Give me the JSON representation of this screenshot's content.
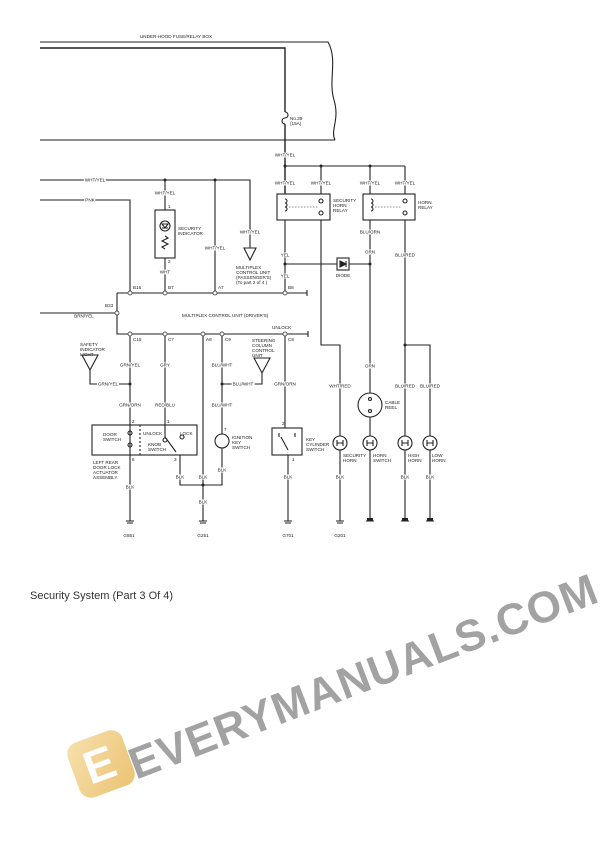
{
  "components": {
    "fuse_box": "UNDER-HOOD FUSE/RELAY BOX",
    "fuse": "No.39\n(15A)",
    "security_indicator": "SECURITY\nINDICATOR",
    "mcu_passenger": "MULTIPLEX\nCONTROL UNIT\n(PASSENGER'S)\n(To part 2 of 4 )",
    "security_horn_relay": "SECURITY\nHORN\nRELAY",
    "horn_relay": "HORN\nRELAY",
    "diode": "DIODE",
    "mcu_driver": "MULTIPLEX CONTROL UNIT (DRIVER'S)",
    "safety_indicator_light": "SAFETY\nINDICATOR\nLIGHT",
    "steering_column_control_unit": "STEERING\nCOLUMN\nCONTROL\nUNIT",
    "door_switch": "DOOR\nSWITCH",
    "unlock": "UNLOCK",
    "lock": "LOCK",
    "knob_switch": "KNOB\nSWITCH",
    "door_lock_actuator": "LEFT REAR\nDOOR LOCK\nACTUATOR\nASSEMBLY",
    "ignition_key_switch": "IGNITION\nKEY\nSWITCH",
    "key_cylinder_switch": "KEY\nCYLINDER\nSWITCH",
    "cable_reel": "CABLE\nREEL",
    "security_horn": "SECURITY\nHORN",
    "horn_switch": "HORN\nSWITCH",
    "high_horn": "HIGH\nHORN",
    "low_horn": "LOW\nHORN"
  },
  "wire_labels": [
    "WHT/YEL",
    "WHT/YEL",
    "WHT/YEL",
    "WHT/YEL",
    "WHT/YEL",
    "WHT/YEL",
    "WHT/YEL",
    "WHT/YEL",
    "WHT/YEL",
    "PNK",
    "WHT",
    "YEL",
    "YEL",
    "BLU/ORN",
    "ORN",
    "BLU/RED",
    "BRN/YEL",
    "GRN/YEL",
    "GRN/YEL",
    "GRY",
    "BLU/WHT",
    "BLU/WHT",
    "GRN/ORN",
    "GRN/ORN",
    "RED/BLU",
    "BLU/WHT",
    "WHT/RED",
    "ORN",
    "BLU/RED",
    "BLU/RED",
    "BLK",
    "BLK",
    "BLK",
    "BLK",
    "BLK",
    "BLK",
    "BLK",
    "BLK",
    "BLK"
  ],
  "connectors": {
    "b16": "B16",
    "b7": "B7",
    "a7": "A7",
    "b8": "B8",
    "b23": "B23",
    "c15": "C15",
    "c7": "C7",
    "a8": "A8",
    "c9": "C9",
    "c8": "C8",
    "unlock": "UNLOCK"
  },
  "pins": [
    "1",
    "2",
    "2",
    "1",
    "6",
    "3",
    "7",
    "2",
    "1"
  ],
  "grounds": [
    "G851",
    "G251",
    "G701",
    "G201"
  ],
  "caption": "Security System (Part 3 Of 4)",
  "watermark": {
    "text": "EVERYMANUALS.COM",
    "logo_letter": "E",
    "logo_color": "#e8b85a"
  }
}
